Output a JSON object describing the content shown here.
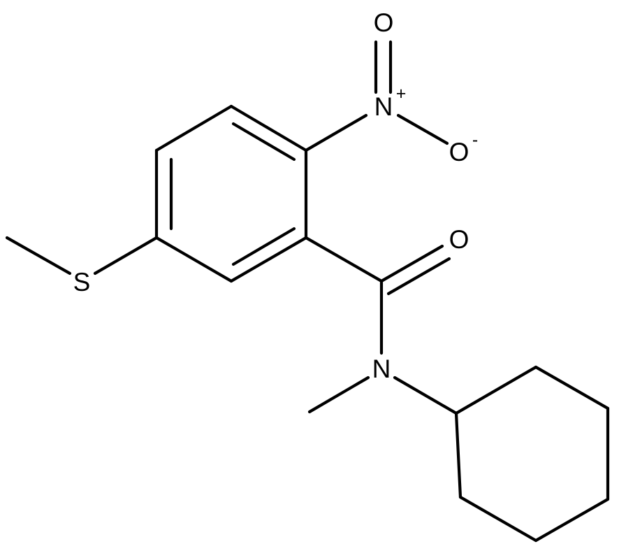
{
  "structure": {
    "atoms": {
      "nitro_o_top": "O",
      "nitro_n": "N",
      "nitro_n_charge": "+",
      "nitro_o_right": "O",
      "nitro_o_charge": "-",
      "carbonyl_o": "O",
      "sulfur": "S",
      "amide_n": "N"
    }
  },
  "colors": {
    "bond": "#000000",
    "background": "#ffffff"
  }
}
